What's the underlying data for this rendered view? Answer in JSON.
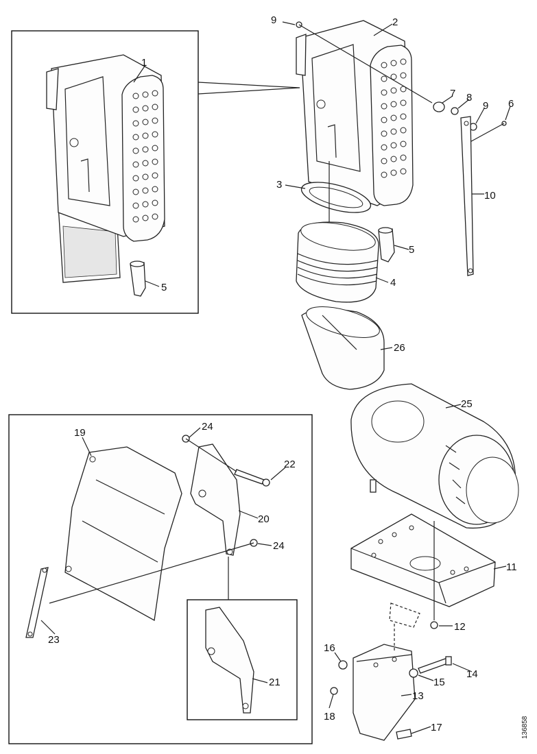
{
  "callouts": {
    "c1": "1",
    "c2": "2",
    "c3": "3",
    "c4": "4",
    "c5a": "5",
    "c5b": "5",
    "c6": "6",
    "c7": "7",
    "c8": "8",
    "c9a": "9",
    "c9b": "9",
    "c10": "10",
    "c11": "11",
    "c12": "12",
    "c13": "13",
    "c14": "14",
    "c15": "15",
    "c16": "16",
    "c17": "17",
    "c18": "18",
    "c19": "19",
    "c20": "20",
    "c21": "21",
    "c22": "22",
    "c23": "23",
    "c24a": "24",
    "c24b": "24",
    "c25": "25",
    "c26": "26"
  },
  "reference_number": "136858"
}
